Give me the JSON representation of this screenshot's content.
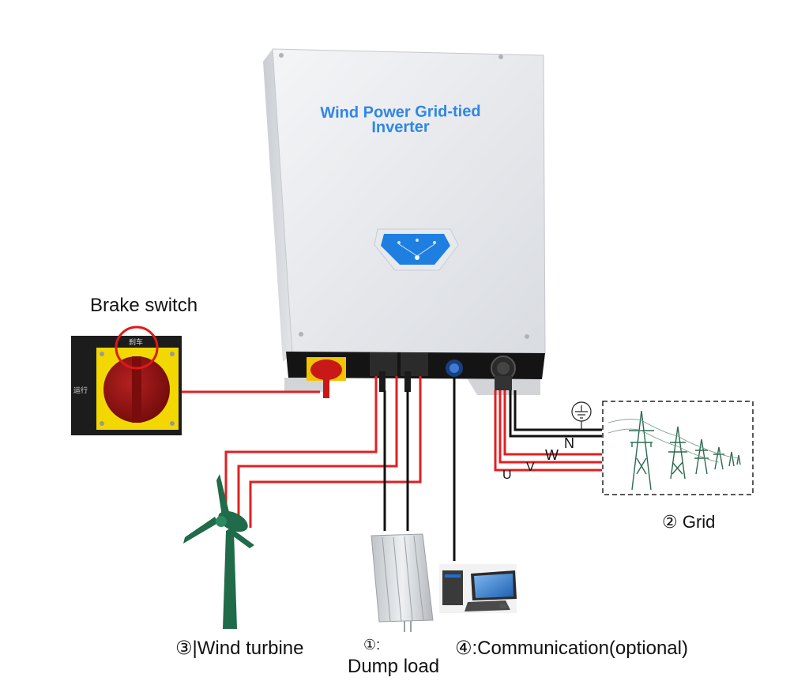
{
  "inverter": {
    "title_line1": "Wind Power Grid-tied",
    "title_line2": "Inverter"
  },
  "brake_switch": {
    "title": "Brake switch",
    "label_top": "刹车",
    "label_left": "运行"
  },
  "grid": {
    "phase_labels": {
      "U": "U",
      "V": "V",
      "W": "W",
      "N": "N"
    },
    "label": "② Grid"
  },
  "components": {
    "wind_turbine": "③|Wind turbine",
    "dump_load_num": "①:",
    "dump_load": "Dump load",
    "communication": "④:Communication(optional)"
  },
  "colors": {
    "wire_red": "#e02020",
    "wire_black": "#111111",
    "inverter_title": "#2f86e6",
    "turbine": "#1f6b4a",
    "switch_yellow": "#f2d800",
    "switch_red": "#8e1010",
    "tower": "#2d6a52"
  }
}
